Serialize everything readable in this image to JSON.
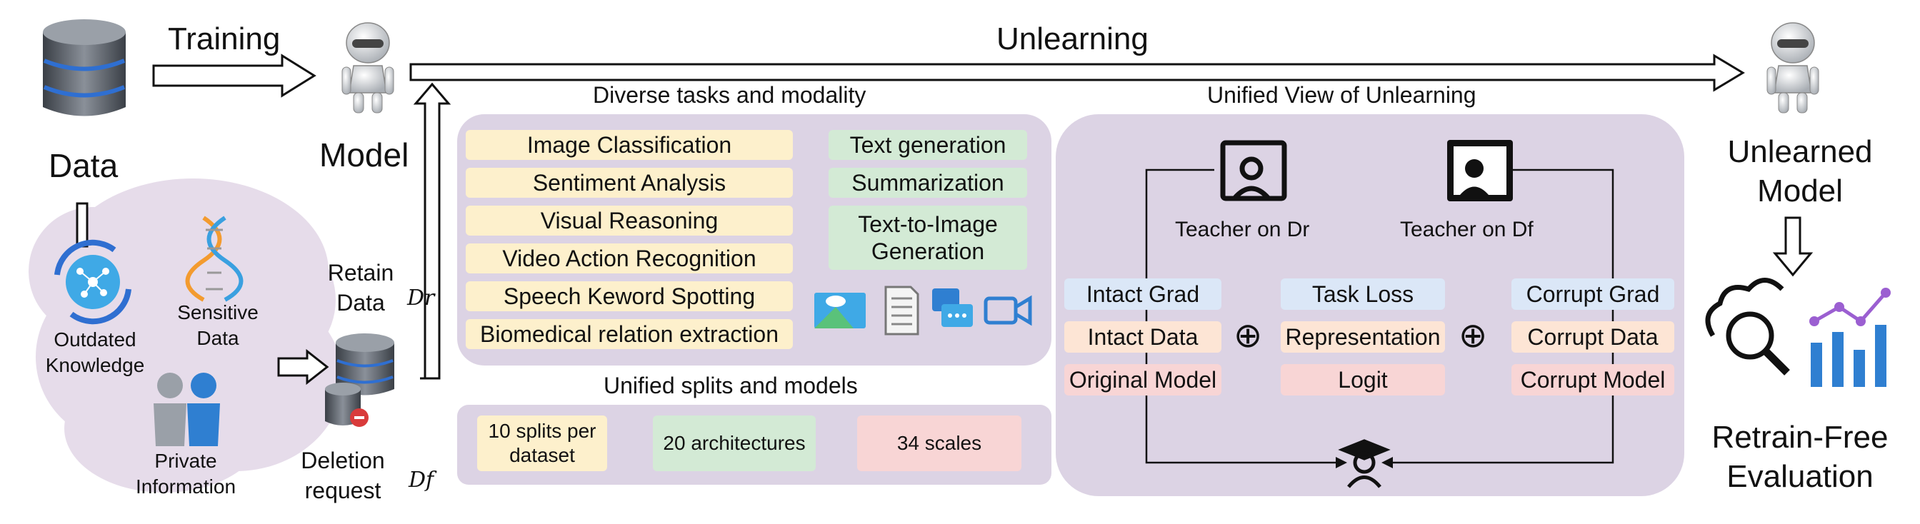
{
  "header": {
    "training": "Training",
    "unlearning": "Unlearning"
  },
  "left": {
    "data": "Data",
    "model": "Model",
    "outdated": "Outdated Knowledge",
    "sensitive": "Sensitive Data",
    "private": "Private Information",
    "retain": "Retain Data",
    "retain_symbol": "Dr",
    "deletion": "Deletion request",
    "deletion_symbol": "Df"
  },
  "tasks": {
    "title": "Diverse tasks and modality",
    "left_items": [
      "Image Classification",
      "Sentiment Analysis",
      "Visual Reasoning",
      "Video Action Recognition",
      "Speech Keword Spotting",
      "Biomedical relation extraction"
    ],
    "right_items": [
      "Text generation",
      "Summarization",
      "Text-to-Image Generation"
    ],
    "icons": [
      "image-icon",
      "document-icon",
      "speech-chat-icon",
      "video-camera-icon"
    ]
  },
  "splits": {
    "title": "Unified splits and models",
    "items": [
      "10 splits per dataset",
      "20 architectures",
      "34 scales"
    ]
  },
  "unified": {
    "title": "Unified View of Unlearning",
    "teacher_dr": "Teacher on Dr",
    "teacher_df": "Teacher on Df",
    "col1": [
      "Intact Grad",
      "Intact Data",
      "Original Model"
    ],
    "col2": [
      "Task Loss",
      "Representation",
      "Logit"
    ],
    "col3": [
      "Corrupt Grad",
      "Corrupt Data",
      "Corrupt Model"
    ],
    "operator": "⊕"
  },
  "right": {
    "unlearned": "Unlearned Model",
    "evaluation": "Retrain-Free Evaluation"
  },
  "colors": {
    "panel": "#dcd3e4",
    "cloud": "#e6dcea",
    "yellow": "#fdf0cc",
    "green": "#d3ead5",
    "blue": "#dbe7f7",
    "orange": "#fde5d5",
    "pink": "#f8d5d5",
    "accent": "#2f6fd1"
  }
}
